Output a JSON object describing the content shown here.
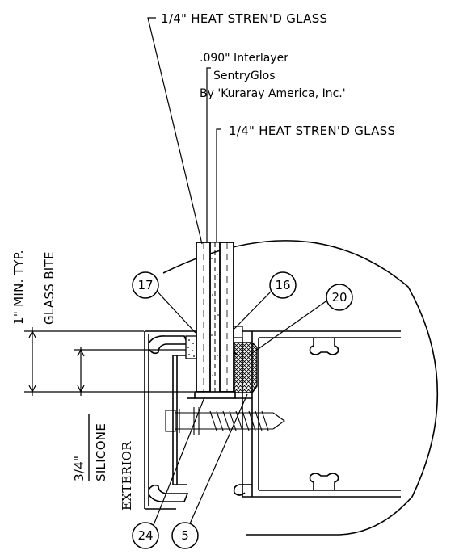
{
  "callouts": {
    "outer_glass": "1/4\" HEAT STREN'D GLASS",
    "interlayer_line1": ".090\" Interlayer",
    "interlayer_line2": "SentryGlos",
    "interlayer_line3": "By 'Kuraray America, Inc.'",
    "inner_glass": "1/4\" HEAT STREN'D GLASS"
  },
  "dimensions": {
    "glass_bite_line1": "1\" MIN. TYP.",
    "glass_bite_line2": "GLASS BITE",
    "silicone_line1": "3/4\"",
    "silicone_line2": "SILICONE"
  },
  "side_label": "EXTERIOR",
  "tags": [
    "17",
    "16",
    "20",
    "24",
    "5"
  ]
}
